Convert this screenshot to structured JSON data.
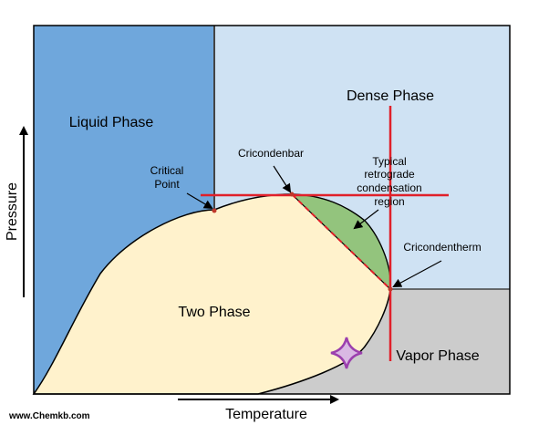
{
  "regions": {
    "liquid": "Liquid Phase",
    "dense": "Dense Phase",
    "two_phase": "Two Phase",
    "vapor": "Vapor Phase"
  },
  "annotations": {
    "critical_point_line1": "Critical",
    "critical_point_line2": "Point",
    "cricondenbar": "Cricondenbar",
    "cricondentherm": "Cricondentherm",
    "retro_line1": "Typical",
    "retro_line2": "retrograde",
    "retro_line3": "condensation",
    "retro_line4": "region"
  },
  "axes": {
    "x_label": "Temperature",
    "y_label": "Pressure"
  },
  "watermark": "www.Chemkb.com",
  "colors": {
    "liquid": "#6fa7dc",
    "dense": "#cfe2f3",
    "two_phase": "#fff2cc",
    "vapor": "#cccccc",
    "retrograde": "#93c47d",
    "guide_lines": "#e0202a",
    "marker": "#9b3fae"
  }
}
